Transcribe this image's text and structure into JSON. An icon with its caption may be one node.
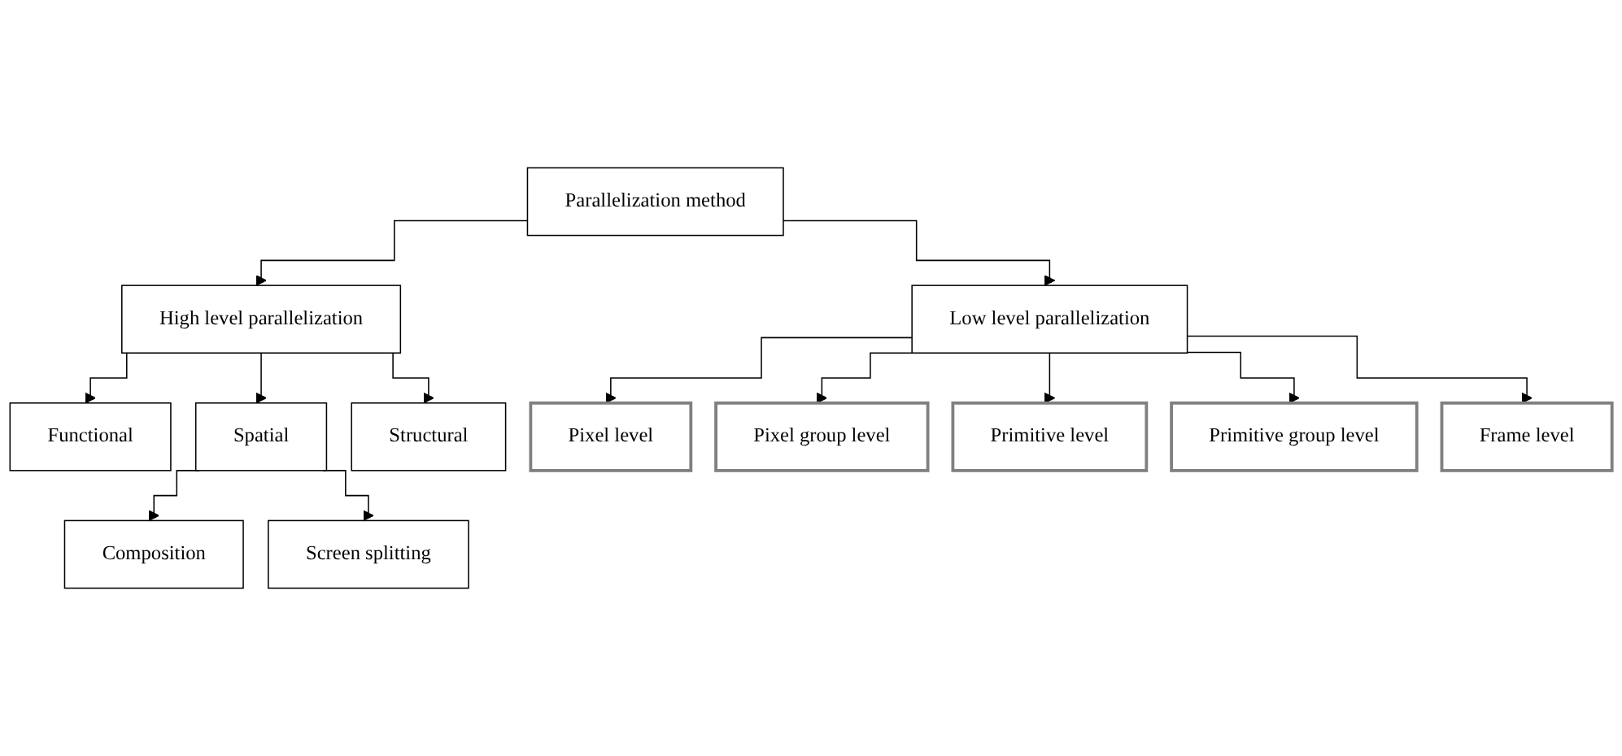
{
  "diagram": {
    "nodes": [
      {
        "text": [
          "Parallelization method"
        ]
      },
      {
        "text": [
          "High level parallelization"
        ]
      },
      {
        "text": [
          "Low level parallelization"
        ]
      },
      {
        "text": [
          "Functional"
        ]
      },
      {
        "text": [
          "Spatial"
        ]
      },
      {
        "text": [
          "Structural"
        ]
      },
      {
        "text": [
          "Composition"
        ]
      },
      {
        "text": [
          "Screen splitting"
        ]
      },
      {
        "text": [
          "Pixel level"
        ]
      },
      {
        "text": [
          "Pixel group level"
        ]
      },
      {
        "text": [
          "Primitive level"
        ]
      },
      {
        "text": [
          "Primitive group level"
        ]
      },
      {
        "text": [
          "Frame level"
        ]
      }
    ],
    "edges": [
      {
        "from": 0,
        "to": 1,
        "arrow": "to"
      },
      {
        "from": 0,
        "to": 2,
        "arrow": "to"
      },
      {
        "from": 1,
        "to": 3,
        "arrow": "to"
      },
      {
        "from": 1,
        "to": 4,
        "arrow": "to"
      },
      {
        "from": 1,
        "to": 5,
        "arrow": "to"
      },
      {
        "from": 4,
        "to": 6,
        "arrow": "to"
      },
      {
        "from": 4,
        "to": 7,
        "arrow": "to"
      },
      {
        "from": 2,
        "to": 8,
        "arrow": "to"
      },
      {
        "from": 2,
        "to": 9,
        "arrow": "to"
      },
      {
        "from": 2,
        "to": 10,
        "arrow": "to"
      },
      {
        "from": 2,
        "to": 11,
        "arrow": "to"
      },
      {
        "from": 2,
        "to": 12,
        "arrow": "to"
      }
    ]
  }
}
